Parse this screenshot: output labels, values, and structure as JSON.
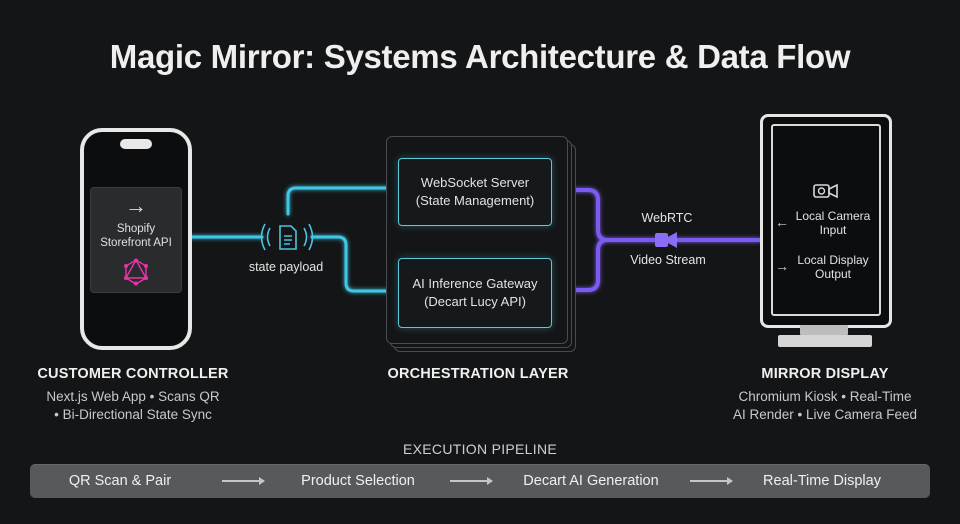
{
  "title": "Magic Mirror: Systems Architecture & Data Flow",
  "controller": {
    "api_label_line1": "Shopify",
    "api_label_line2": "Storefront API",
    "arrow_icon": "arrow-right-icon",
    "graphql_icon": "graphql-icon",
    "heading": "CUSTOMER CONTROLLER",
    "desc_line1": "Next.js Web App • Scans QR",
    "desc_line2": "• Bi-Directional State Sync"
  },
  "payload": {
    "icon": "document-broadcast-icon",
    "label": "state payload"
  },
  "orchestration": {
    "websocket_line1": "WebSocket Server",
    "websocket_line2": "(State Management)",
    "ai_line1": "AI Inference Gateway",
    "ai_line2": "(Decart Lucy API)",
    "heading": "ORCHESTRATION LAYER"
  },
  "stream": {
    "label_top": "WebRTC",
    "label_bottom": "Video Stream",
    "icon": "video-camera-icon"
  },
  "mirror": {
    "camera_icon": "video-camera-icon",
    "camera_label_line1": "Local Camera",
    "camera_label_line2": "Input",
    "display_label_line1": "Local Display",
    "display_label_line2": "Output",
    "heading": "MIRROR DISPLAY",
    "desc_line1": "Chromium Kiosk • Real-Time",
    "desc_line2": "AI Render • Live Camera Feed"
  },
  "pipeline": {
    "title": "EXECUTION PIPELINE",
    "steps": [
      "QR Scan & Pair",
      "Product Selection",
      "Decart AI Generation",
      "Real-Time Display"
    ]
  },
  "colors": {
    "cyan": "#3ec8e8",
    "purple": "#7b5cf0",
    "graphql_pink": "#e535ab"
  }
}
